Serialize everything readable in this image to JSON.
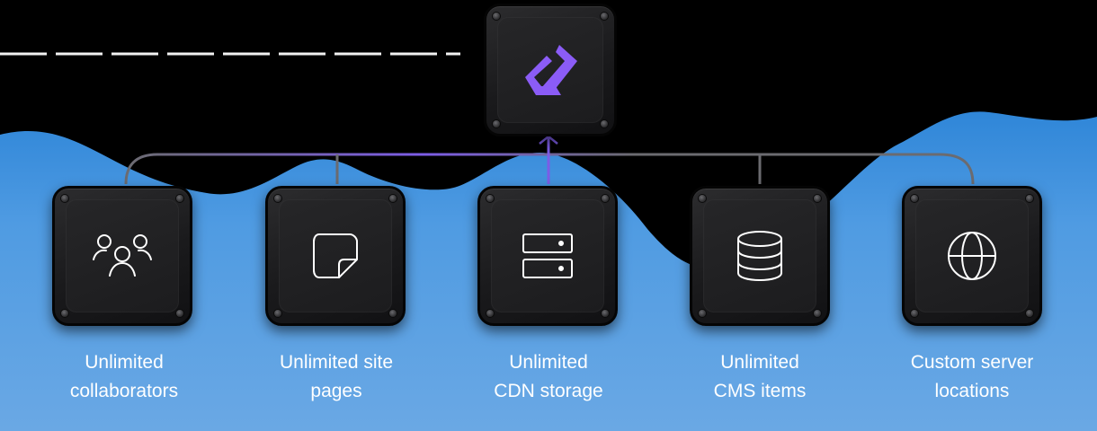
{
  "root": {
    "icon": "logo-mark-icon",
    "accent": "#8b5cf6"
  },
  "features": [
    {
      "icon": "users-icon",
      "line1": "Unlimited",
      "line2": "collaborators"
    },
    {
      "icon": "sticky-note-icon",
      "line1": "Unlimited site",
      "line2": "pages"
    },
    {
      "icon": "server-storage-icon",
      "line1": "Unlimited",
      "line2": "CDN storage"
    },
    {
      "icon": "database-icon",
      "line1": "Unlimited",
      "line2": "CMS items"
    },
    {
      "icon": "globe-icon",
      "line1": "Custom server",
      "line2": "locations"
    }
  ],
  "colors": {
    "background_wave": "#5b9fe0",
    "tile": "#1c1c1e",
    "text": "#ffffff",
    "accent": "#8b5cf6"
  }
}
